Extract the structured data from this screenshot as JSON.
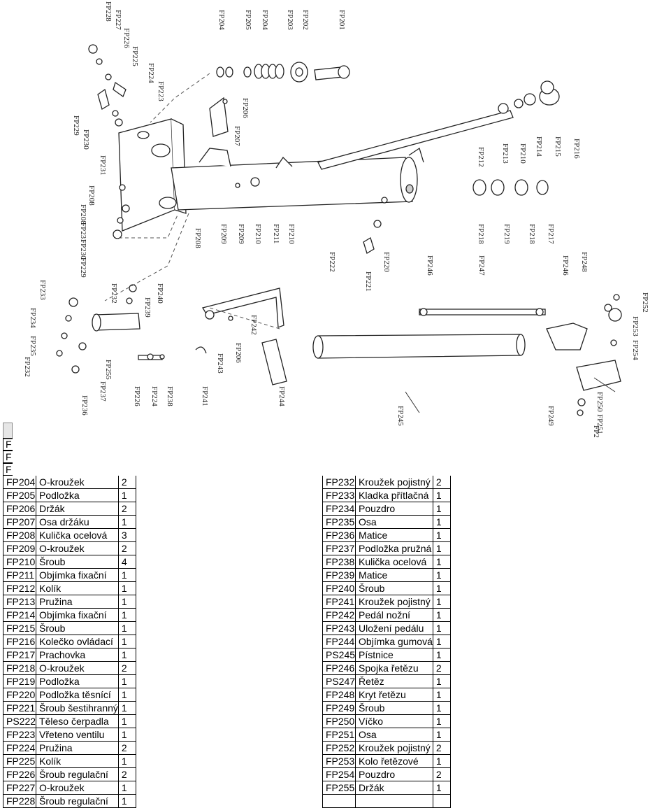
{
  "stubs": [
    "F",
    "F",
    "F"
  ],
  "labels": {
    "top_row": [
      "FP228",
      "FP227",
      "FP226",
      "FP225",
      "FP224",
      "FP223",
      "FP204",
      "FP205",
      "FP204",
      "FP203",
      "FP202",
      "FP201"
    ],
    "upper_left": [
      "FP229",
      "FP230",
      "FP231",
      "FP208",
      "FP208",
      "FP231",
      "FP230",
      "FP229"
    ],
    "middle": [
      "FP206",
      "FP207",
      "FP208",
      "FP209",
      "FP209",
      "FP210",
      "FP211",
      "FP210",
      "FP222",
      "FP221",
      "FP220"
    ],
    "right_top": [
      "FP212",
      "FP213",
      "FP210",
      "FP214",
      "FP215",
      "FP216",
      "FP218",
      "FP219",
      "FP218",
      "FP217",
      "FP246",
      "FP248",
      "FP246",
      "FP247"
    ],
    "lower_left": [
      "FP233",
      "FP234",
      "FP235",
      "FP232",
      "FP236",
      "FP237",
      "FP255",
      "FP232",
      "FP239",
      "FP240",
      "FP226",
      "FP224",
      "FP238",
      "FP241",
      "FP243",
      "FP206",
      "FP242",
      "FP244"
    ],
    "lower_right": [
      "FP245",
      "FP249",
      "FP250",
      "FP251",
      "FP252",
      "FP252",
      "FP253",
      "FP254"
    ]
  },
  "left_table": [
    [
      "FP204",
      "O-kroužek",
      "2"
    ],
    [
      "FP205",
      "Podložka",
      "1"
    ],
    [
      "FP206",
      "Držák",
      "2"
    ],
    [
      "FP207",
      "Osa držáku",
      "1"
    ],
    [
      "FP208",
      "Kulička ocelová",
      "3"
    ],
    [
      "FP209",
      "O-kroužek",
      "2"
    ],
    [
      "FP210",
      "Šroub",
      "4"
    ],
    [
      "FP211",
      "Objímka fixační",
      "1"
    ],
    [
      "FP212",
      "Kolík",
      "1"
    ],
    [
      "FP213",
      "Pružina",
      "1"
    ],
    [
      "FP214",
      "Objímka fixační",
      "1"
    ],
    [
      "FP215",
      "Šroub",
      "1"
    ],
    [
      "FP216",
      "Kolečko ovládací",
      "1"
    ],
    [
      "FP217",
      "Prachovka",
      "1"
    ],
    [
      "FP218",
      "O-kroužek",
      "2"
    ],
    [
      "FP219",
      "Podložka",
      "1"
    ],
    [
      "FP220",
      "Podložka těsnící",
      "1"
    ],
    [
      "FP221",
      "Šroub šestihranný",
      "1"
    ],
    [
      "PS222",
      "Těleso čerpadla",
      "1"
    ],
    [
      "FP223",
      "Vřeteno ventilu",
      "1"
    ],
    [
      "FP224",
      "Pružina",
      "2"
    ],
    [
      "FP225",
      "Kolík",
      "1"
    ],
    [
      "FP226",
      "Šroub regulační",
      "2"
    ],
    [
      "FP227",
      "O-kroužek",
      "1"
    ],
    [
      "FP228",
      "Šroub regulační",
      "1"
    ]
  ],
  "right_table": [
    [
      "FP232",
      "Kroužek pojistný",
      "2"
    ],
    [
      "FP233",
      "Kladka přítlačná",
      "1"
    ],
    [
      "FP234",
      "Pouzdro",
      "1"
    ],
    [
      "FP235",
      "Osa",
      "1"
    ],
    [
      "FP236",
      "Matice",
      "1"
    ],
    [
      "FP237",
      "Podložka pružná",
      "1"
    ],
    [
      "FP238",
      "Kulička ocelová",
      "1"
    ],
    [
      "FP239",
      "Matice",
      "1"
    ],
    [
      "FP240",
      "Šroub",
      "1"
    ],
    [
      "FP241",
      "Kroužek pojistný",
      "1"
    ],
    [
      "FP242",
      "Pedál nožní",
      "1"
    ],
    [
      "FP243",
      "Uložení pedálu",
      "1"
    ],
    [
      "FP244",
      "Objímka gumová",
      "1"
    ],
    [
      "PS245",
      "Pístnice",
      "1"
    ],
    [
      "FP246",
      "Spojka řetězu",
      "2"
    ],
    [
      "PS247",
      "Řetěz",
      "1"
    ],
    [
      "FP248",
      "Kryt řetězu",
      "1"
    ],
    [
      "FP249",
      "Šroub",
      "1"
    ],
    [
      "FP250",
      "Víčko",
      "1"
    ],
    [
      "FP251",
      "Osa",
      "1"
    ],
    [
      "FP252",
      "Kroužek pojistný",
      "2"
    ],
    [
      "FP253",
      "Kolo řetězové",
      "1"
    ],
    [
      "FP254",
      "Pouzdro",
      "2"
    ],
    [
      "FP255",
      "Držák",
      "1"
    ],
    [
      "",
      "",
      ""
    ]
  ]
}
